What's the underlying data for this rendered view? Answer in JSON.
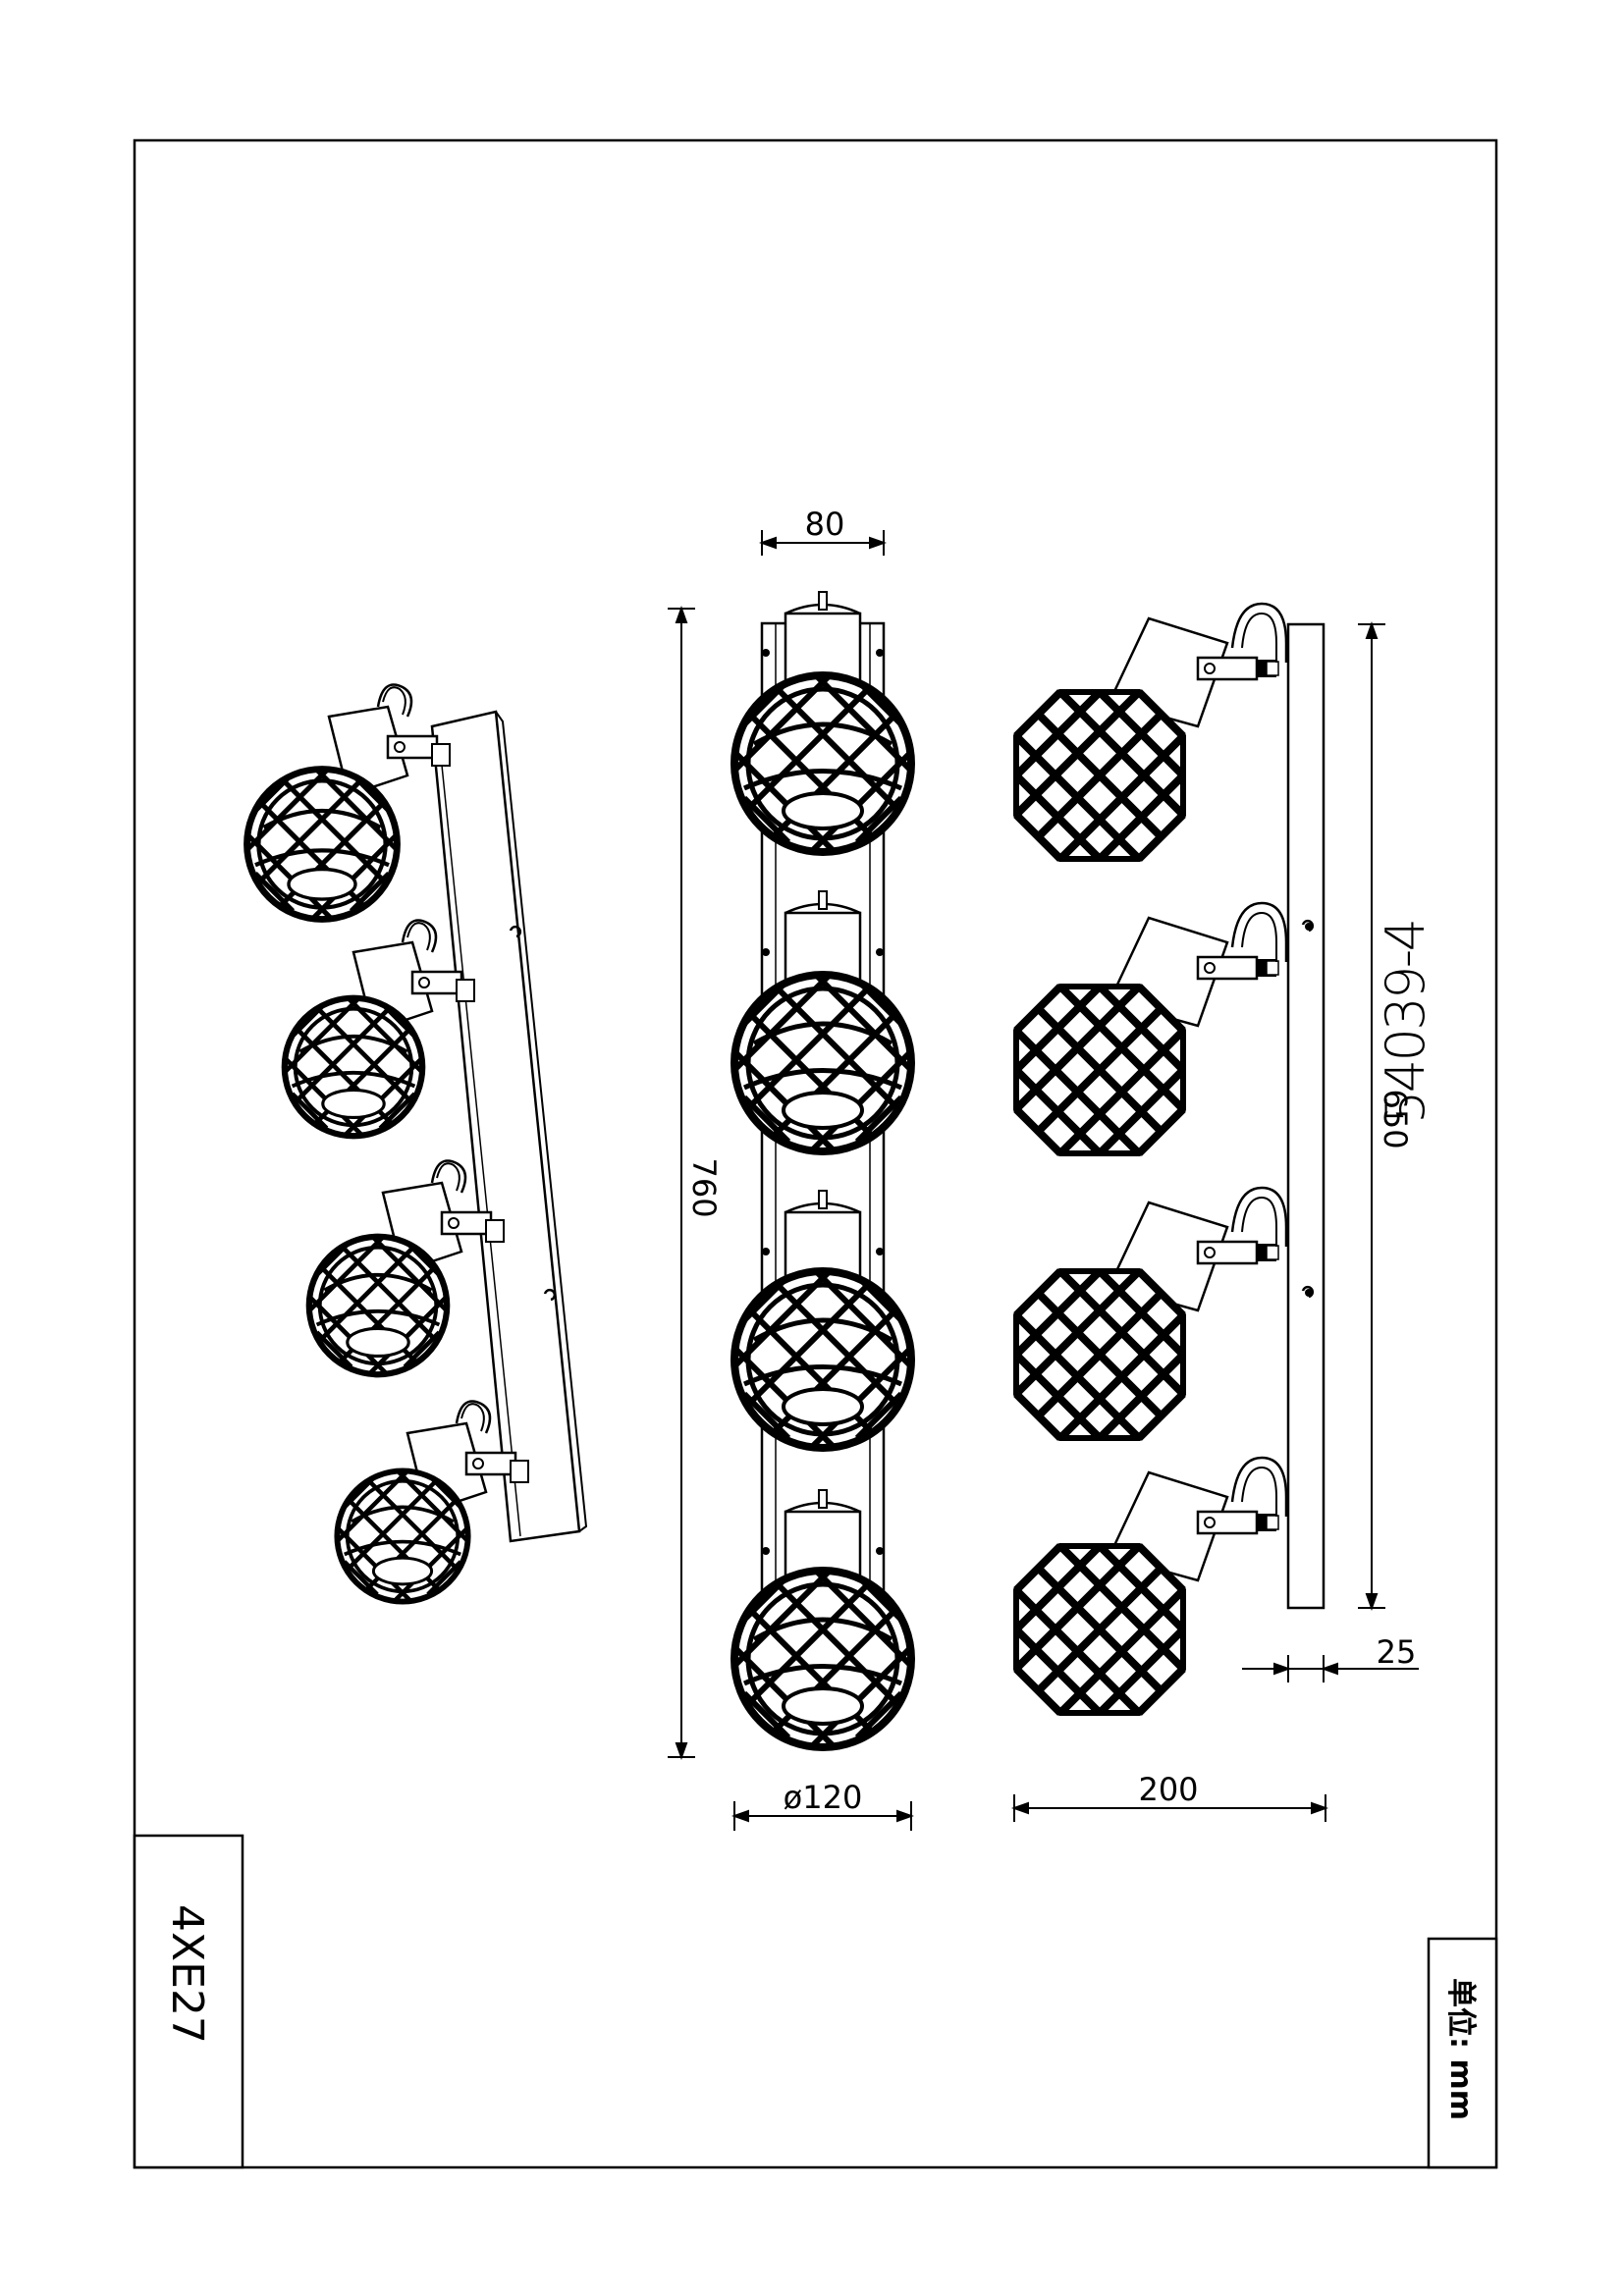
{
  "model_number": "54039-4",
  "lamp_spec": "4XE27",
  "unit_label": "单位: mm",
  "dimensions": {
    "top_width": "80",
    "total_length": "760",
    "shade_diameter": "ø120",
    "bar_length": "650",
    "bar_depth": "25",
    "projection": "200"
  },
  "views": [
    "perspective",
    "front",
    "side"
  ],
  "colors": {
    "line": "#000000",
    "background": "#ffffff"
  }
}
